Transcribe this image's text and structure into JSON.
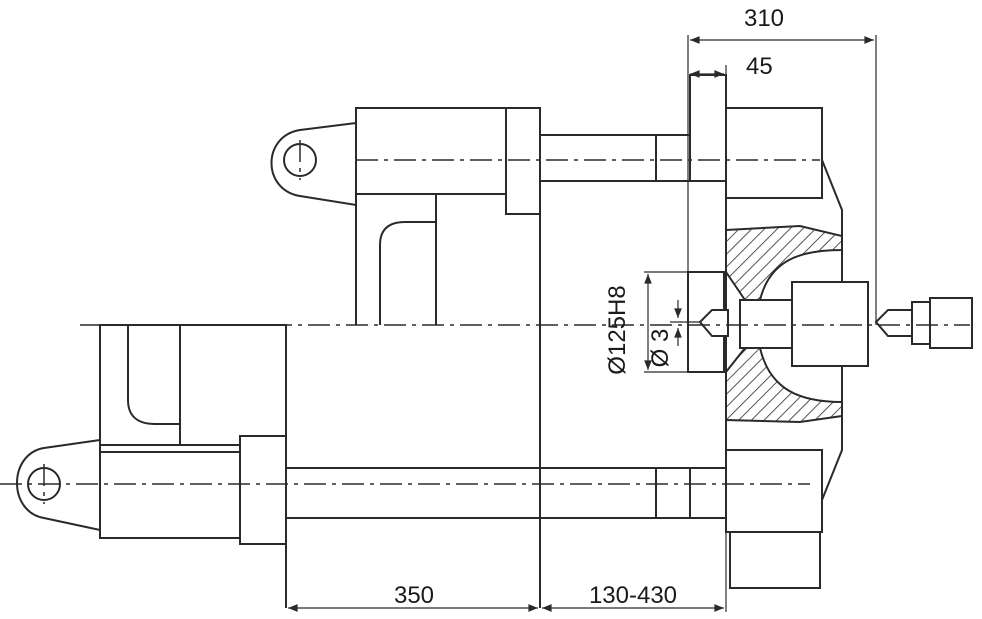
{
  "dimensions": {
    "overall": "310",
    "flange": "45",
    "stroke": "350",
    "mold_range": "130-430",
    "bore": "Ø125H8",
    "nozzle": "Ø 3"
  }
}
